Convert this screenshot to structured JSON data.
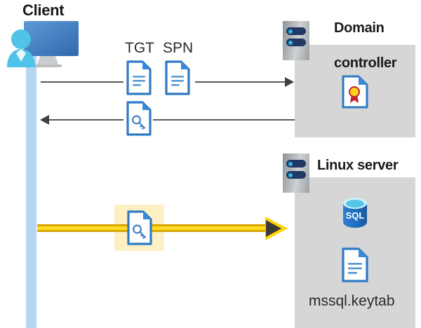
{
  "diagram": {
    "title": "Kerberos authentication flow: Client, Domain controller, Linux server",
    "colors": {
      "panel_grey": "#d6d6d6",
      "lifeline_blue": "#b6d7f4",
      "highlight_yellow": "#fdf0c4",
      "arrow_yellow": "#ffd400",
      "doc_blue": "#3b7cc4",
      "sql_blue": "#1f6fc0",
      "text_dark": "#1a1a1a"
    },
    "actors": [
      {
        "id": "client",
        "label": "Client",
        "icon": "client-computer-icon"
      },
      {
        "id": "domain-controller",
        "label": "Domain\ncontroller",
        "icon": "server-rack-icon"
      },
      {
        "id": "linux-server",
        "label": "Linux server",
        "icon": "server-rack-icon"
      }
    ],
    "labels": {
      "client": "Client",
      "domain_controller_line1": "Domain",
      "domain_controller_line2": "controller",
      "linux_server": "Linux server",
      "tgt": "TGT",
      "spn": "SPN",
      "keytab_file": "mssql.keytab"
    },
    "messages": [
      {
        "id": "request",
        "from": "client",
        "to": "domain-controller",
        "direction": "right",
        "style": "thin-grey",
        "payload_icons": [
          "document-icon",
          "document-icon"
        ],
        "payload_labels": [
          "TGT",
          "SPN"
        ]
      },
      {
        "id": "ticket-response",
        "from": "domain-controller",
        "to": "client",
        "direction": "left",
        "style": "thin-grey",
        "payload_icons": [
          "key-document-icon"
        ],
        "payload_labels": []
      },
      {
        "id": "service-ticket",
        "from": "client",
        "to": "linux-server",
        "direction": "right",
        "style": "bold-yellow",
        "highlighted": true,
        "payload_icons": [
          "key-document-icon"
        ],
        "payload_labels": []
      }
    ],
    "domain_controller_contents": [
      {
        "icon": "certificate-document-icon",
        "label": ""
      }
    ],
    "linux_server_contents": [
      {
        "icon": "sql-database-icon",
        "label": "SQL"
      },
      {
        "icon": "document-icon",
        "label": "mssql.keytab"
      }
    ]
  }
}
